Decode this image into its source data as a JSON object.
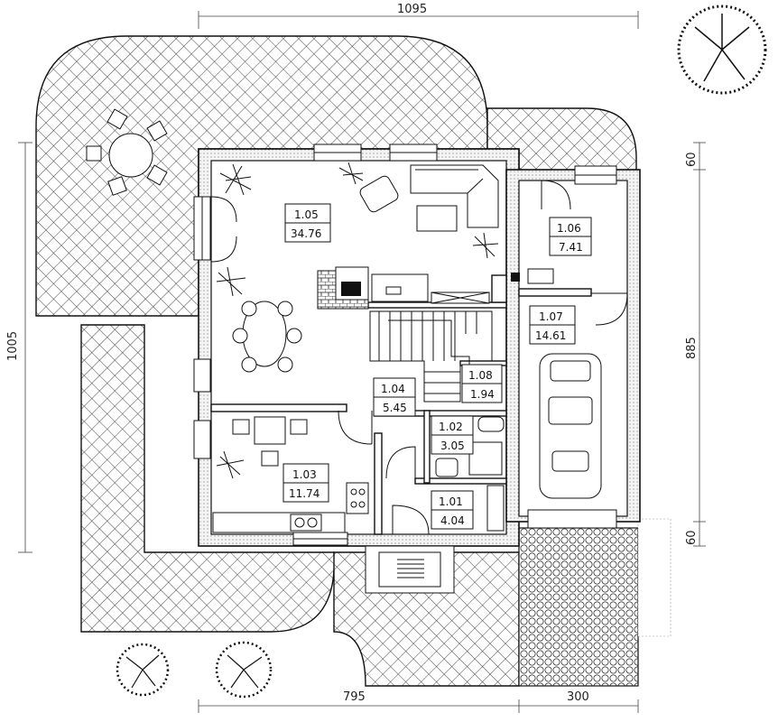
{
  "dimensions": {
    "top_width": "1095",
    "left_height": "1005",
    "bottom_left": "795",
    "bottom_right": "300",
    "right_top": "60",
    "right_middle": "885",
    "right_bottom": "60"
  },
  "rooms": [
    {
      "number": "1.05",
      "area": "34.76"
    },
    {
      "number": "1.06",
      "area": "7.41"
    },
    {
      "number": "1.07",
      "area": "14.61"
    },
    {
      "number": "1.04",
      "area": "5.45"
    },
    {
      "number": "1.08",
      "area": "1.94"
    },
    {
      "number": "1.02",
      "area": "3.05"
    },
    {
      "number": "1.03",
      "area": "11.74"
    },
    {
      "number": "1.01",
      "area": "4.04"
    }
  ],
  "colors": {
    "line": "#111111",
    "hatch": "#333333",
    "background": "#ffffff"
  }
}
